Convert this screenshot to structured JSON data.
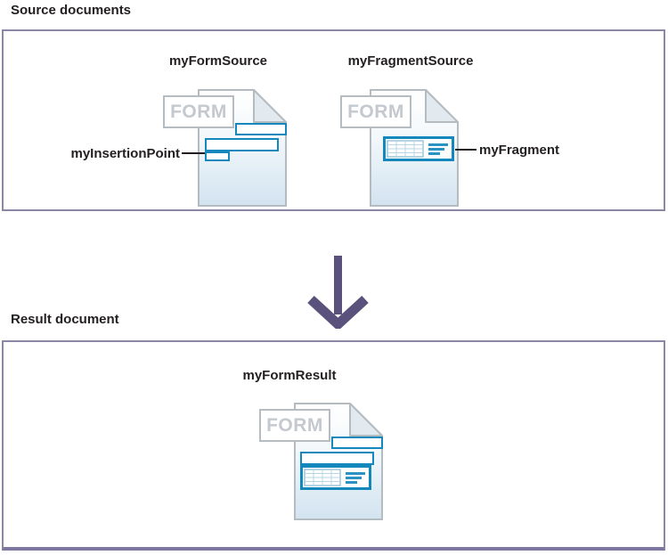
{
  "source_section": {
    "title": "Source documents"
  },
  "form_source": {
    "title": "myFormSource",
    "badge": "FORM",
    "insertion_point_label": "myInsertionPoint"
  },
  "fragment_source": {
    "title": "myFragmentSource",
    "badge": "FORM",
    "fragment_label": "myFragment"
  },
  "result_section": {
    "title": "Result document"
  },
  "form_result": {
    "title": "myFormResult",
    "badge": "FORM"
  },
  "colors": {
    "field_blue": "#1488bc",
    "panel_border": "#8d87a6",
    "panel_bottom_border": "#7e77a0",
    "arrow_purple": "#5a527c",
    "page_outline_gray": "#b4bbc1",
    "page_fill_bottom": "#d2e3f0",
    "fold_fill": "#e3eaef",
    "badge_gray": "#c3c9ce",
    "fragment_grid_blue": "#9cc6dc",
    "annotation_black": "#231f20"
  }
}
